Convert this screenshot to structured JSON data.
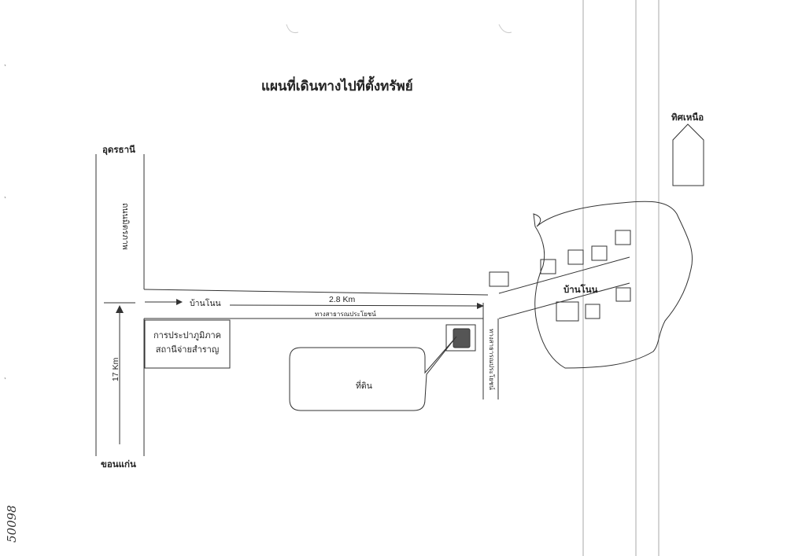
{
  "map": {
    "title": "แผนที่เดินทางไปที่ตั้งทรัพย์",
    "north_label": "ทิศเหนือ",
    "cities": {
      "north": "อุดรธานี",
      "south": "ขอนแก่น"
    },
    "roads": {
      "main_highway": "ถนนมิตรภาพ",
      "highway_distance": "17 Km",
      "village_direction": "บ้านโนน",
      "village_distance": "2.8 Km",
      "public_road_horizontal": "ทางสาธารณประโยชน์",
      "public_road_vertical": "ทางสาธารณประโยชน์"
    },
    "landmark_box": {
      "line1": "การประปาภูมิภาค",
      "line2": "สถานีจ่ายสำราญ"
    },
    "land_callout": "ที่ดิน",
    "village_label": "บ้านโนน",
    "margin_note": "50098",
    "colors": {
      "line": "#333333",
      "land_fill": "#555555",
      "background": "#ffffff"
    }
  }
}
